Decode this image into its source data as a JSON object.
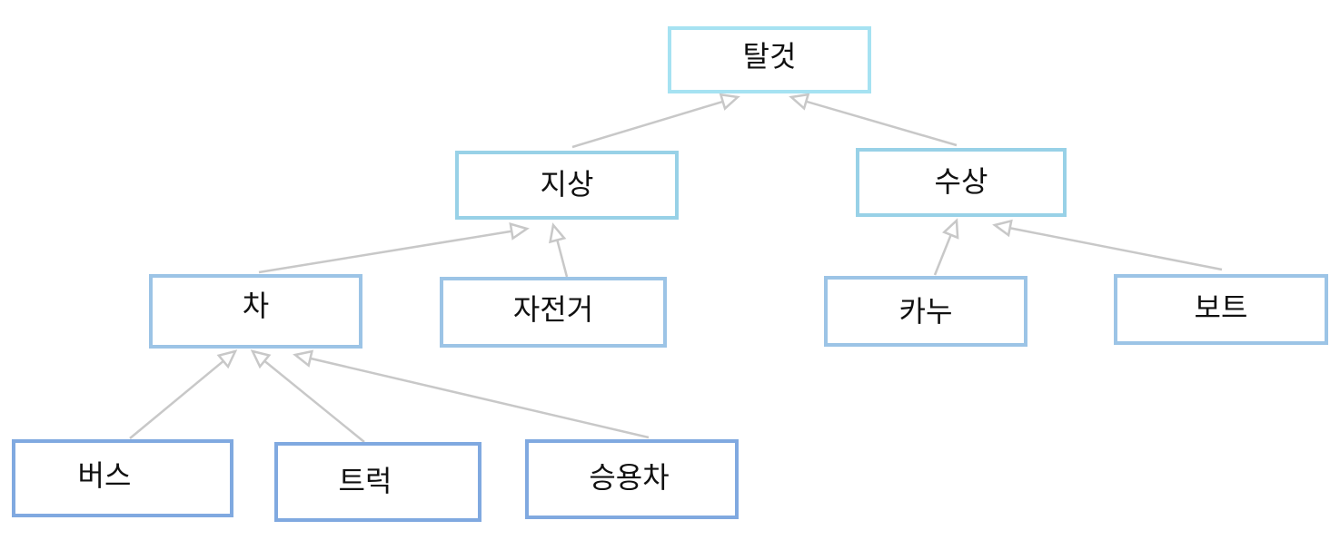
{
  "colors": {
    "root_border": "#a6e2f2",
    "level1_border": "#98d1e7",
    "level2_border": "#9cc4e6",
    "level3_border": "#80a9e0",
    "edge": "#c8c8c8"
  },
  "nodes": {
    "root": {
      "label": "탈것"
    },
    "ground": {
      "label": "지상"
    },
    "water": {
      "label": "수상"
    },
    "car": {
      "label": "차"
    },
    "bike": {
      "label": "자전거"
    },
    "canoe": {
      "label": "카누"
    },
    "boat": {
      "label": "보트"
    },
    "bus": {
      "label": "버스"
    },
    "truck": {
      "label": "트럭"
    },
    "sedan": {
      "label": "승용차"
    }
  },
  "edges": [
    {
      "from": "ground",
      "to": "root"
    },
    {
      "from": "water",
      "to": "root"
    },
    {
      "from": "car",
      "to": "ground"
    },
    {
      "from": "bike",
      "to": "ground"
    },
    {
      "from": "canoe",
      "to": "water"
    },
    {
      "from": "boat",
      "to": "water"
    },
    {
      "from": "bus",
      "to": "car"
    },
    {
      "from": "truck",
      "to": "car"
    },
    {
      "from": "sedan",
      "to": "car"
    }
  ]
}
